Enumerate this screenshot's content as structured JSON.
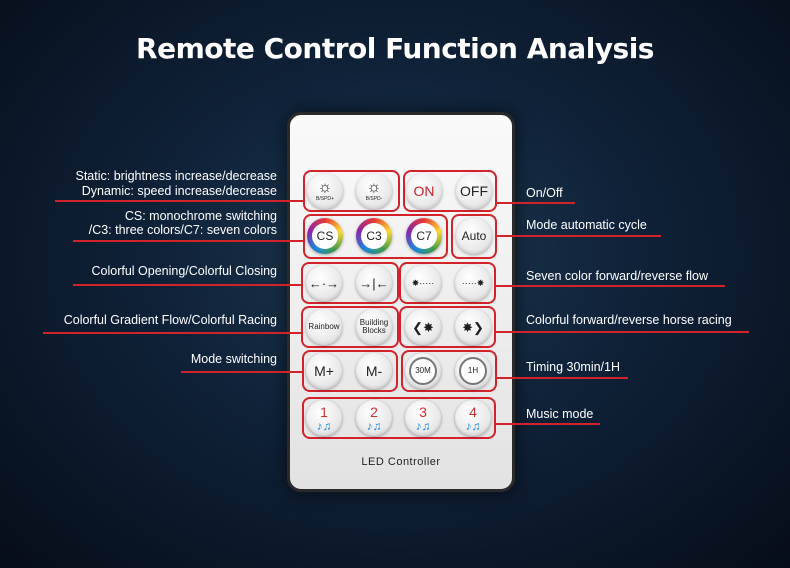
{
  "title": "Remote Control Function Analysis",
  "brand": "LED Controller",
  "accent_color": "#d2232a",
  "buttons": {
    "bright_up_sub": "B/SPD+",
    "bright_down_sub": "B/SPD-",
    "on": "ON",
    "off": "OFF",
    "cs": "CS",
    "c3": "C3",
    "c7": "C7",
    "auto": "Auto",
    "open_symbol": "←·→",
    "close_symbol": "→|←",
    "flow_fwd": "✸·····",
    "flow_rev": "·····✸",
    "rainbow": "Rainbow",
    "building_1": "Building",
    "building_2": "Blocks",
    "race_rev": "❮✸",
    "race_fwd": "✸❯",
    "m_plus": "M+",
    "m_minus": "M-",
    "t30": "30M",
    "t1h": "1H",
    "music1": "1",
    "music2": "2",
    "music3": "3",
    "music4": "4",
    "notes": "♪♫"
  },
  "labels": {
    "left": [
      "Static: brightness increase/decrease",
      "Dynamic: speed increase/decrease",
      "CS: monochrome switching",
      "/C3: three colors/C7: seven colors",
      "Colorful Opening/Colorful Closing",
      "Colorful Gradient Flow/Colorful Racing",
      "Mode switching"
    ],
    "right": [
      "On/Off",
      "Mode automatic cycle",
      "Seven color forward/reverse flow",
      "Colorful forward/reverse horse racing",
      "Timing 30min/1H",
      "Music mode"
    ]
  }
}
